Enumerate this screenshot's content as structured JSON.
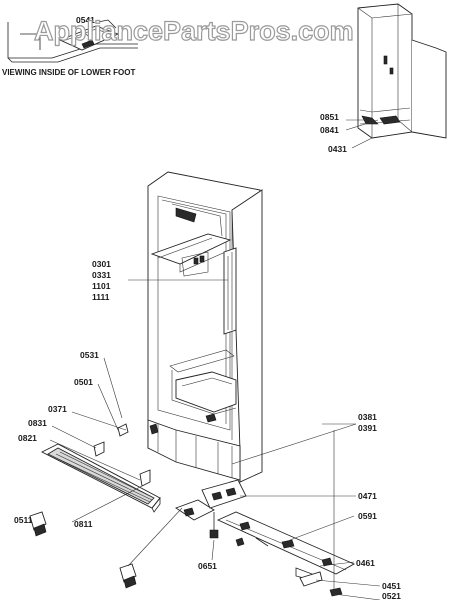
{
  "watermark": "AppliancePartsPros.com",
  "inset_caption": "VIEWING INSIDE OF LOWER FOOT",
  "labels": {
    "p0541": "0541",
    "p0851": "0851",
    "p0841": "0841",
    "p0431": "0431",
    "p0301": "0301",
    "p0331": "0331",
    "p1101": "1101",
    "p1111": "1111",
    "p0531": "0531",
    "p0501": "0501",
    "p0371": "0371",
    "p0831": "0831",
    "p0821": "0821",
    "p0381": "0381",
    "p0391": "0391",
    "p0471": "0471",
    "p0591": "0591",
    "p0511": "0511",
    "p0811": "0811",
    "p0651": "0651",
    "p0461": "0461",
    "p0451": "0451",
    "p0521": "0521"
  }
}
